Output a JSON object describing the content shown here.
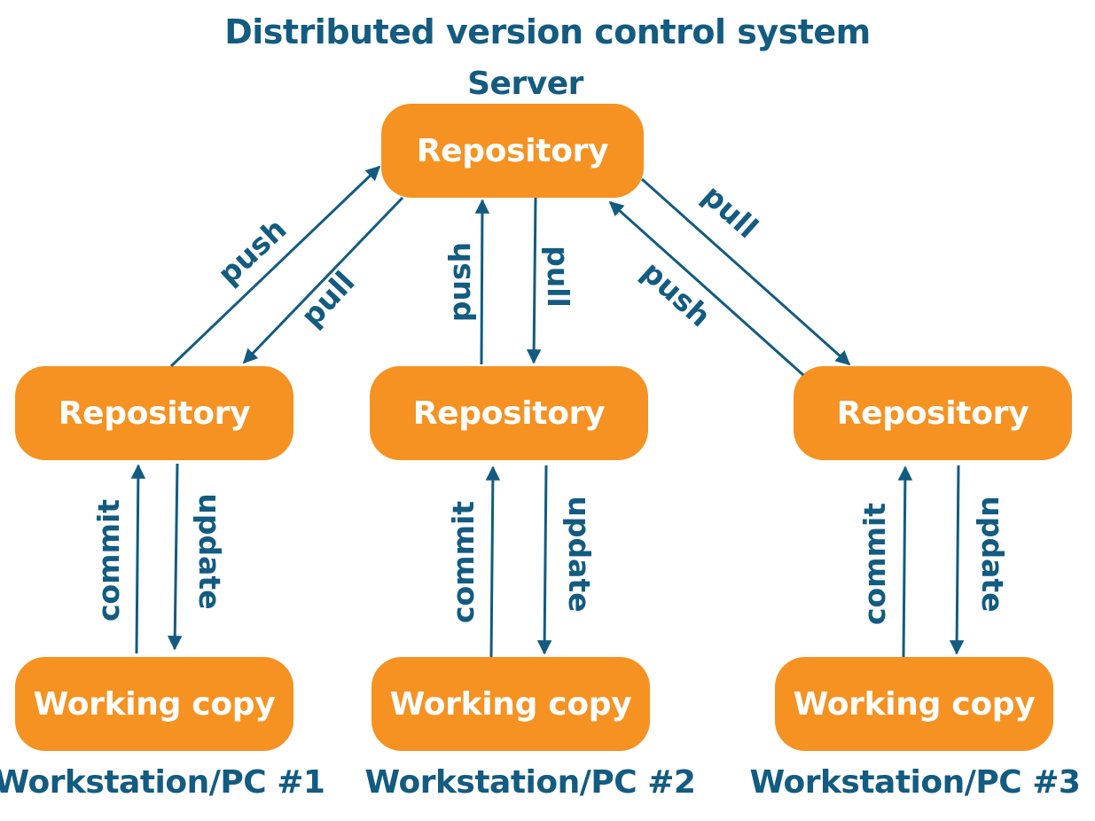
{
  "title": "Distributed version control system",
  "server": {
    "label": "Server",
    "repository": "Repository"
  },
  "workstations": [
    {
      "name": "Workstation/PC #1",
      "repository": "Repository",
      "working_copy": "Working copy"
    },
    {
      "name": "Workstation/PC #2",
      "repository": "Repository",
      "working_copy": "Working copy"
    },
    {
      "name": "Workstation/PC #3",
      "repository": "Repository",
      "working_copy": "Working copy"
    }
  ],
  "edges": {
    "push": "push",
    "pull": "pull",
    "commit": "commit",
    "update": "update"
  },
  "colors": {
    "node_fill": "#f59222",
    "node_text": "#ffffff",
    "accent": "#135b80"
  }
}
